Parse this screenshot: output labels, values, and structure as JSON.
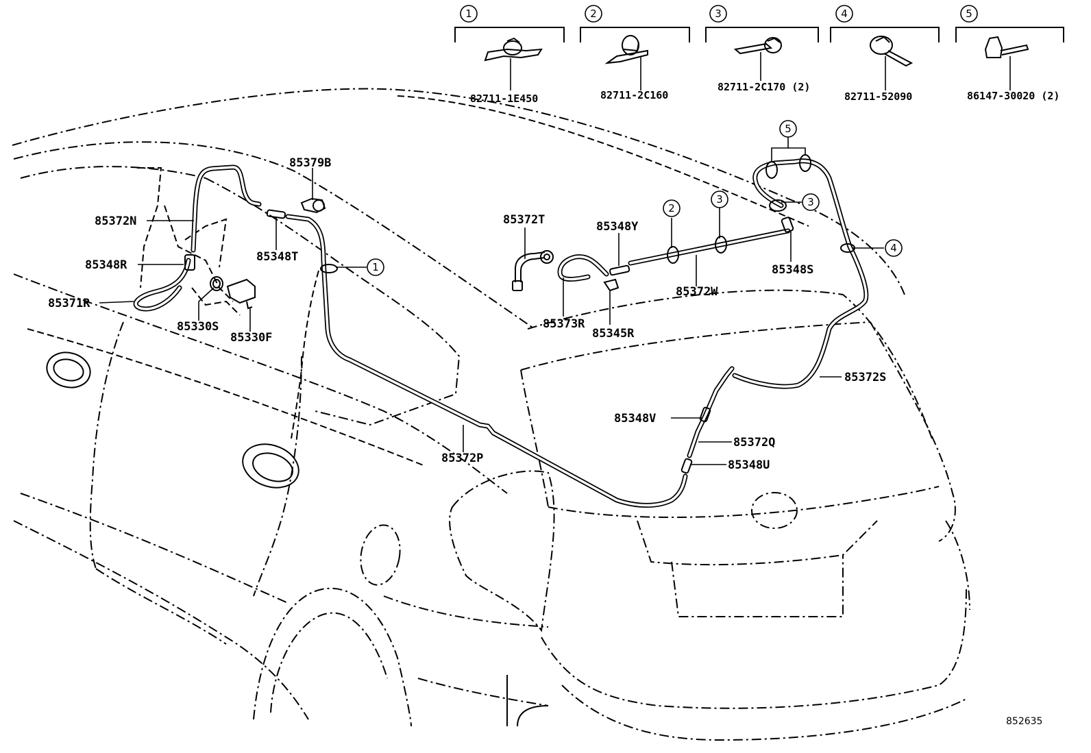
{
  "figure_ref": "852635",
  "clips": [
    {
      "num": "1",
      "part": "82711-1E450"
    },
    {
      "num": "2",
      "part": "82711-2C160"
    },
    {
      "num": "3",
      "part": "82711-2C170 (2)"
    },
    {
      "num": "4",
      "part": "82711-52090"
    },
    {
      "num": "5",
      "part": "86147-30020 (2)"
    }
  ],
  "parts": {
    "p85379B": "85379B",
    "p85372N": "85372N",
    "p85348T": "85348T",
    "p85348R": "85348R",
    "p85371R": "85371R",
    "p85330S": "85330S",
    "p85330F": "85330F",
    "p85372P": "85372P",
    "p85372T": "85372T",
    "p85348Y": "85348Y",
    "p85373R": "85373R",
    "p85345R": "85345R",
    "p85372W": "85372W",
    "p85348S": "85348S",
    "p85372S": "85372S",
    "p85348V": "85348V",
    "p85372Q": "85372Q",
    "p85348U": "85348U"
  },
  "callouts": {
    "c1": "1",
    "c2": "2",
    "c3a": "3",
    "c3b": "3",
    "c4": "4",
    "c5": "5"
  }
}
